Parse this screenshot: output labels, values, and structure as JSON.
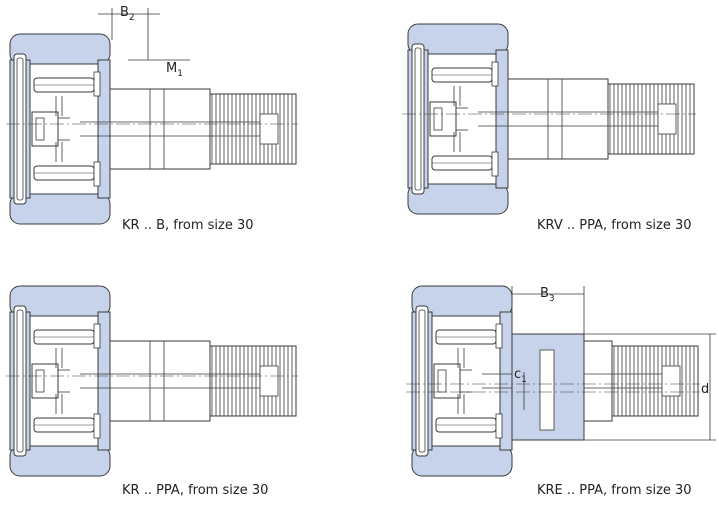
{
  "colors": {
    "fill": "#c7d3ea",
    "line": "#3a3a3a",
    "bg": "#ffffff"
  },
  "panels": [
    {
      "id": "p1",
      "caption": "KR .. B, from size 30",
      "variant": "b"
    },
    {
      "id": "p2",
      "caption": "KRV .. PPA, from size 30",
      "variant": "v"
    },
    {
      "id": "p3",
      "caption": "KR .. PPA, from size 30",
      "variant": "ppa"
    },
    {
      "id": "p4",
      "caption": "KRE .. PPA, from size 30",
      "variant": "e"
    }
  ],
  "dims": {
    "b2": {
      "main": "B",
      "sub": "2"
    },
    "m1": {
      "main": "M",
      "sub": "1"
    },
    "b3": {
      "main": "B",
      "sub": "3"
    },
    "c": {
      "main": "c",
      "sub": "1"
    },
    "d": "d"
  }
}
